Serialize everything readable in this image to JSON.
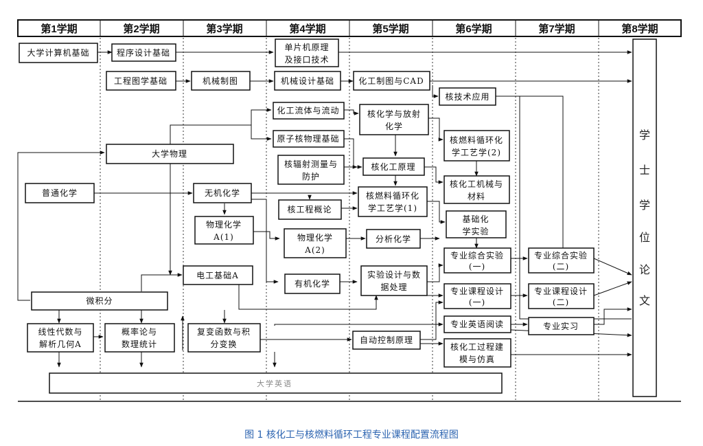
{
  "semesters": [
    "第1学期",
    "第2学期",
    "第3学期",
    "第4学期",
    "第5学期",
    "第6学期",
    "第7学期",
    "第8学期"
  ],
  "thesis": "学士学位论文",
  "caption": "图 1 核化工与核燃料循环工程专业课程配置流程图",
  "courses": {
    "computer_basics": "大学计算机基础",
    "programming": "程序设计基础",
    "microcontroller": [
      "单片机原理",
      "及接口技术"
    ],
    "eng_drawing": "工程图学基础",
    "mech_drawing": "机械制图",
    "mech_design": "机械设计基础",
    "chem_cad": "化工制图与CAD",
    "nuclear_tech": "核技术应用",
    "fluid_flow": "化工流体与流动",
    "radiochem": [
      "核化学与放射",
      "化学"
    ],
    "atomic_physics": "原子核物理基础",
    "fuel_cycle_2": [
      "核燃料循环化",
      "学工艺学(2)"
    ],
    "college_physics": "大学物理",
    "radiation_meas": [
      "核辐射测量与",
      "防护"
    ],
    "nuc_chem_principles": "核化工原理",
    "nuc_chem_machinery": [
      "核化工机械与",
      "材料"
    ],
    "general_chem": "普通化学",
    "inorganic_chem": "无机化学",
    "nuc_eng_intro": "核工程概论",
    "fuel_cycle_1": [
      "核燃料循环化",
      "学工艺学(1)"
    ],
    "phys_chem_1": [
      "物理化学",
      "A(1)"
    ],
    "basic_chem_exp": [
      "基础化",
      "学实验"
    ],
    "phys_chem_2": [
      "物理化学",
      "A(2)"
    ],
    "analytical_chem": "分析化学",
    "comp_exp_1": [
      "专业综合实验",
      "(一)"
    ],
    "comp_exp_2": [
      "专业综合实验",
      "(二)"
    ],
    "electrical": "电工基础A",
    "exp_design": [
      "实验设计与数",
      "据处理"
    ],
    "organic_chem": "有机化学",
    "course_design_1": [
      "专业课程设计",
      "(一)"
    ],
    "course_design_2": [
      "专业课程设计",
      "(二)"
    ],
    "calculus": "微积分",
    "linear_algebra": [
      "线性代数与",
      "解析几何A"
    ],
    "probability": [
      "概率论与",
      "数理统计"
    ],
    "complex_func": [
      "复变函数与积",
      "分变换"
    ],
    "auto_control": "自动控制原理",
    "eng_reading": "专业英语阅读",
    "internship": "专业实习",
    "process_model": [
      "核化工过程建",
      "模与仿真"
    ],
    "english": "大学英语"
  }
}
